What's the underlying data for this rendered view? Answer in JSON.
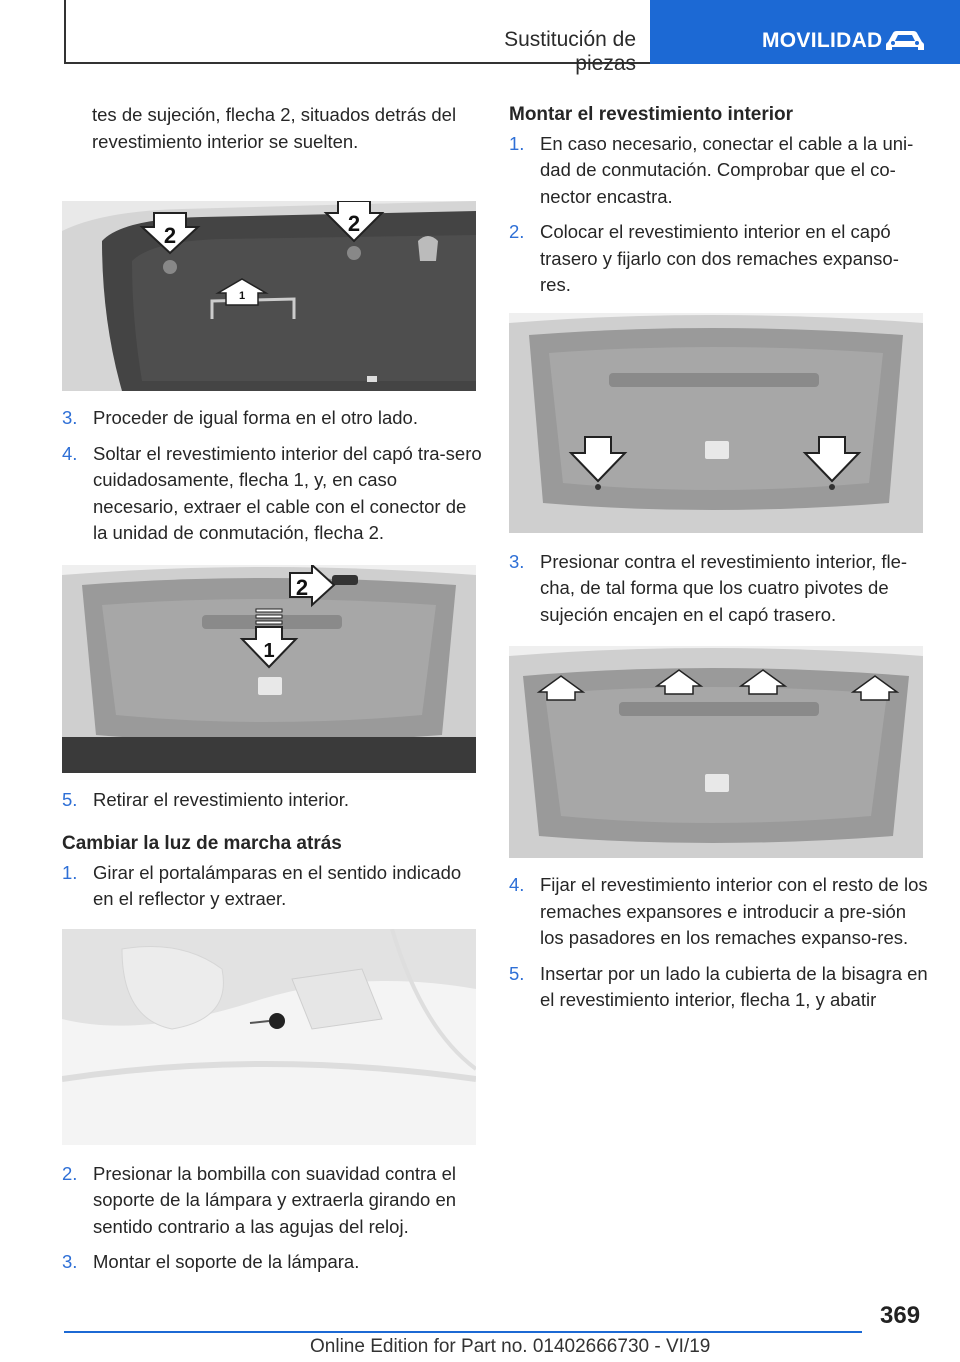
{
  "header": {
    "section": "Sustitución de piezas",
    "tab": "MOVILIDAD",
    "tab_icon": "car-icon",
    "accent": "#1c69d4"
  },
  "left": {
    "intro": "tes de sujeción, flecha 2, situados detrás del revestimiento interior se suelten.",
    "steps_a": [
      {
        "num": "3.",
        "text": "Proceder de igual forma en el otro lado."
      },
      {
        "num": "4.",
        "text": "Soltar el revestimiento interior del capó tra-sero cuidadosamente, flecha 1, y, en caso necesario, extraer el cable con el conector de la unidad de conmutación, flecha 2."
      }
    ],
    "step_b": {
      "num": "5.",
      "text": "Retirar el revestimiento interior."
    },
    "heading": "Cambiar la luz de marcha atrás",
    "steps_c": [
      {
        "num": "1.",
        "text": "Girar el portalámparas en el sentido indicado en el reflector y extraer."
      }
    ],
    "steps_d": [
      {
        "num": "2.",
        "text": "Presionar la bombilla con suavidad contra el soporte de la lámpara y extraerla girando en sentido contrario a las agujas del reloj."
      },
      {
        "num": "3.",
        "text": "Montar el soporte de la lámpara."
      }
    ]
  },
  "figures": {
    "fig1_labels": [
      "2",
      "2",
      "1"
    ],
    "fig2_labels": [
      "2",
      "1"
    ]
  },
  "right": {
    "heading": "Montar el revestimiento interior",
    "steps_a": [
      {
        "num": "1.",
        "text": "En caso necesario, conectar el cable a la uni-dad de conmutación. Comprobar que el co-nector encastra."
      },
      {
        "num": "2.",
        "text": "Colocar el revestimiento interior en el capó trasero y fijarlo con dos remaches expanso-res."
      }
    ],
    "steps_b": [
      {
        "num": "3.",
        "text": "Presionar contra el revestimiento interior, fle-cha, de tal forma que los cuatro pivotes de sujeción encajen en el capó trasero."
      }
    ],
    "steps_c": [
      {
        "num": "4.",
        "text": "Fijar el revestimiento interior con el resto de los remaches expansores e introducir a pre-sión los pasadores en los remaches expanso-res."
      },
      {
        "num": "5.",
        "text": "Insertar por un lado la cubierta de la bisagra en el revestimiento interior, flecha 1, y abatir"
      }
    ]
  },
  "footer": {
    "page": "369",
    "edition": "Online Edition for Part no. 01402666730 - VI/19"
  }
}
